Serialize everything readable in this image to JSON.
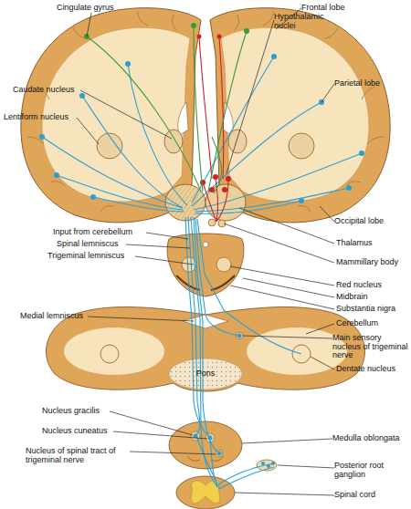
{
  "diagram": {
    "labels": [
      "Cingulate gyrus",
      "Frontal lobe",
      "Hypothalamic nuclei",
      "Caudate nucleus",
      "Parietal lobe",
      "Lentiform nucleus",
      "Occipital lobe",
      "Input from cerebellum",
      "Spinal lemniscus",
      "Trigeminal lemniscus",
      "Thalamus",
      "Mammillary body",
      "Red nucleus",
      "Midbrain",
      "Substantia nigra",
      "Medial lemniscus",
      "Cerebellum",
      "Pons",
      "Main sensory nucleus of trigeminal nerve",
      "Dentate nucleus",
      "Nucleus gracilis",
      "Nucleus cuneatus",
      "Medulla oblongata",
      "Nucleus of spinal tract of trigeminal nerve",
      "Posterior root ganglion",
      "Spinal cord"
    ]
  }
}
